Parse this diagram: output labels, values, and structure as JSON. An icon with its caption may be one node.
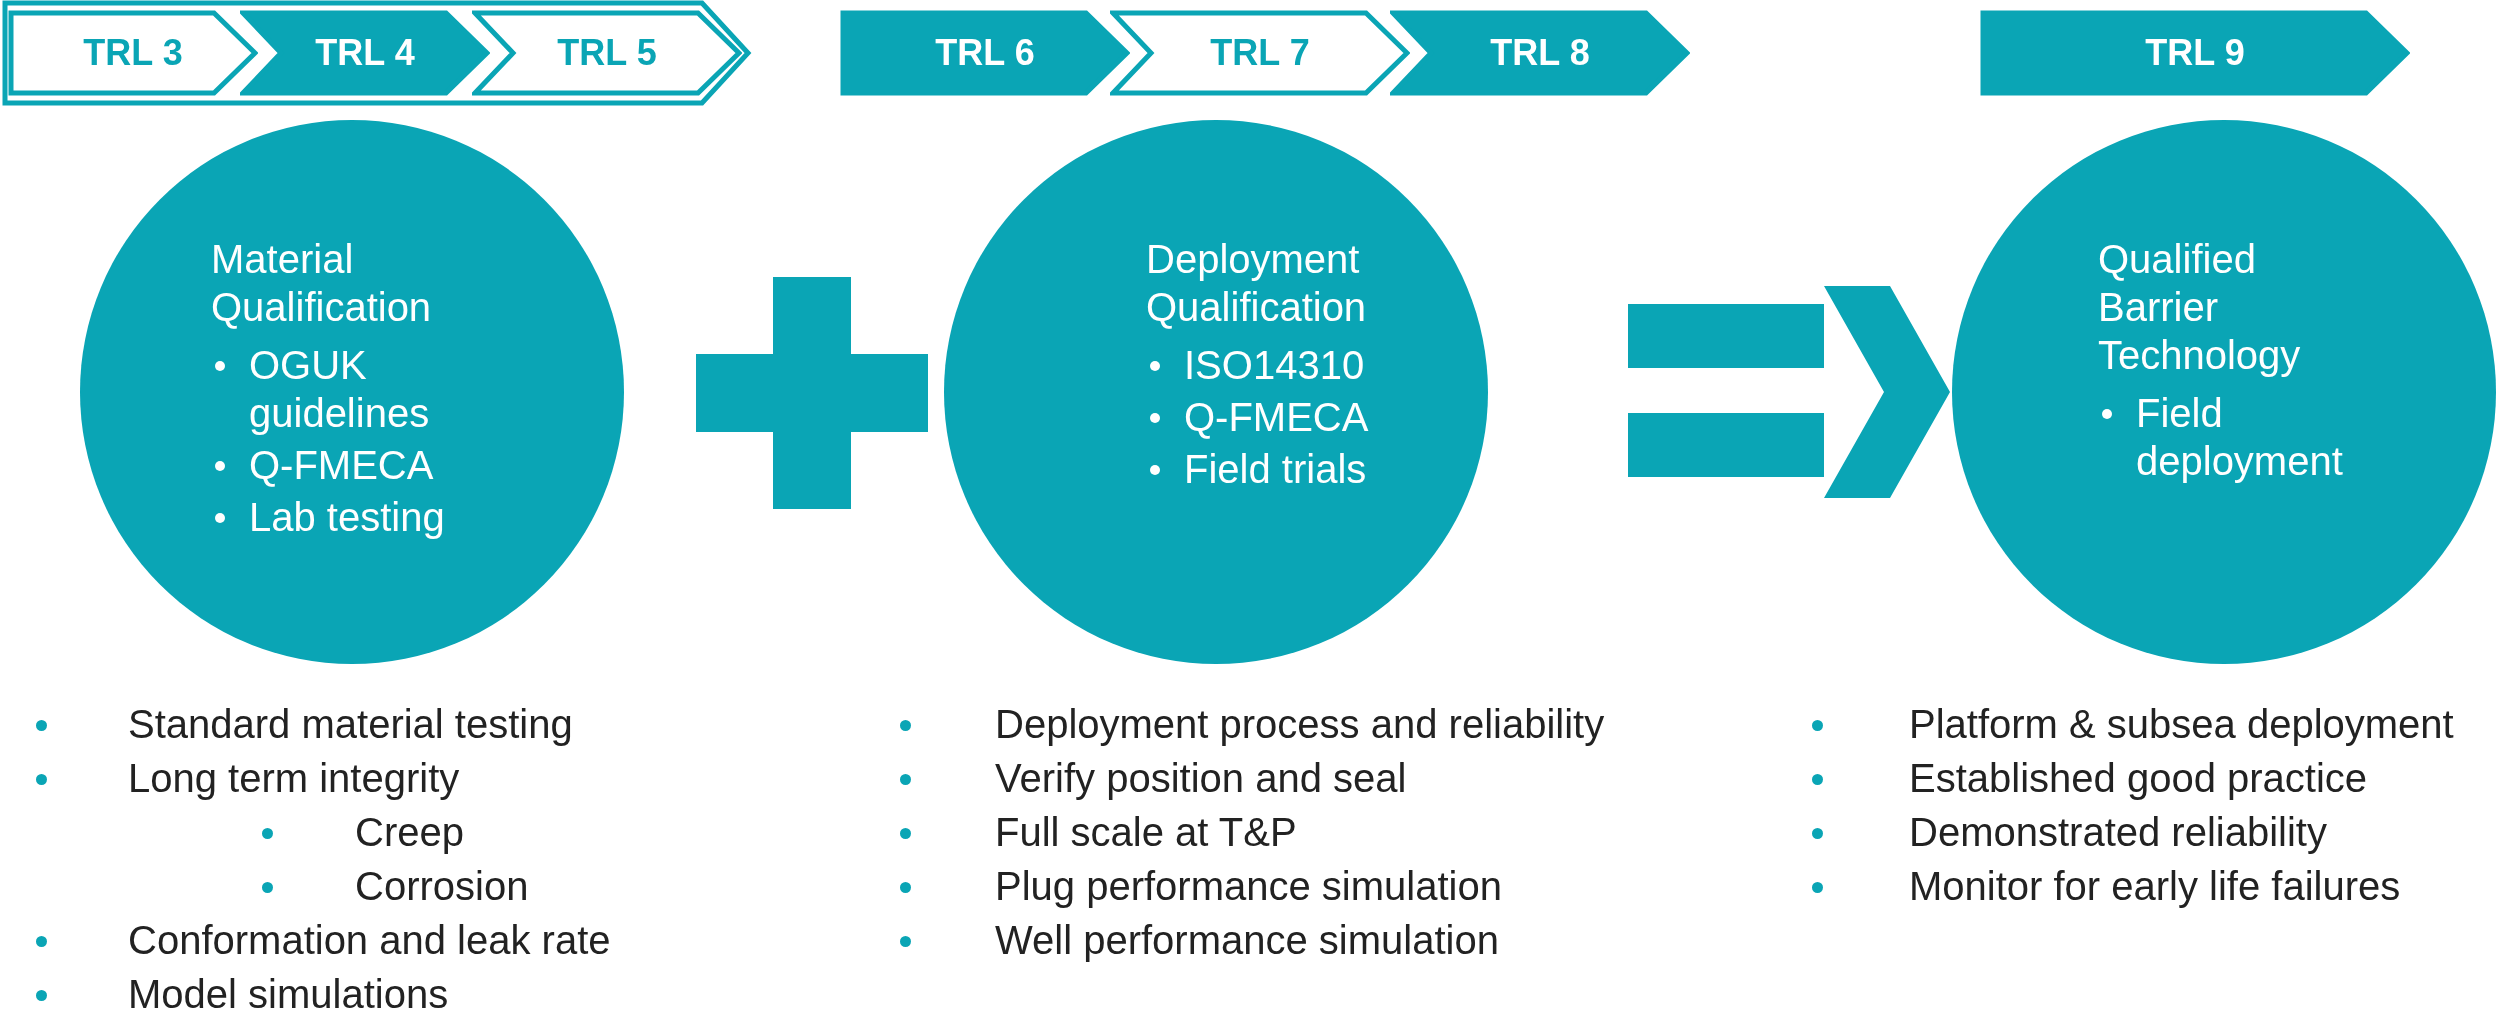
{
  "diagram": {
    "nodes": [
      {
        "text": [
          "TRL 3"
        ]
      },
      {
        "text": [
          "TRL 4"
        ]
      },
      {
        "text": [
          "TRL 5"
        ]
      },
      {
        "text": [
          "TRL 6"
        ]
      },
      {
        "text": [
          "TRL 7"
        ]
      },
      {
        "text": [
          "TRL 8"
        ]
      },
      {
        "text": [
          "TRL 9"
        ]
      },
      {
        "text": [
          "Material Qualification",
          "OGUK guidelines",
          "Q-FMECA",
          "Lab testing"
        ]
      },
      {
        "text": [
          "Deployment Qualification",
          "ISO14310",
          "Q-FMECA",
          "Field trials"
        ]
      },
      {
        "text": [
          "Qualified Barrier Technology",
          "Field deployment"
        ]
      }
    ],
    "labels": [
      "Standard material testing",
      "Long term integrity",
      "Creep",
      "Corrosion",
      "Conformation and leak rate",
      "Model simulations",
      "Deployment process and reliability",
      "Verify position and seal",
      "Full scale at T&P",
      "Plug performance simulation",
      "Well performance simulation",
      "Platform & subsea deployment",
      "Established good practice",
      "Demonstrated reliability",
      "Monitor for early life failures"
    ]
  }
}
